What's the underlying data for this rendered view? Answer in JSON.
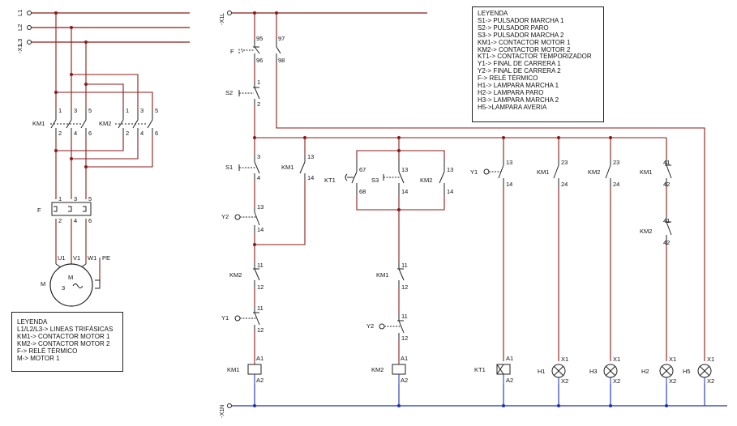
{
  "legend_main": {
    "title": "LEYENDA",
    "lines": [
      "S1-> PULSADOR MARCHA 1",
      "S2-> PULSADOR PARO",
      "S3-> PULSADOR MARCHA 2",
      "KM1-> CONTACTOR MOTOR 1",
      "KM2-> CONTACTOR MOTOR 2",
      "KT1-> CONTACTOR TEMPORIZADOR",
      "Y1-> FINAL DE CARRERA 1",
      "Y2-> FINAL DE CARRERA 2",
      "F-> RELÉ TÉRMICO",
      "H1-> LAMPARA MARCHA 1",
      "H2-> LAMPARA PARO",
      "H3-> LAMPARA MARCHA 2",
      "H5->LAMPARA AVERIA"
    ]
  },
  "legend_power": {
    "title": "LEYENDA",
    "lines": [
      "L1/L2/L3-> LINEAS TRIFÁSICAS",
      "KM1-> CONTACTOR MOTOR 1",
      "KM2-> CONTACTOR MOTOR 2",
      "F-> RELÉ TÉRMICO",
      "M-> MOTOR 1"
    ]
  },
  "power_circuit": {
    "lines": [
      "-X1",
      "L1",
      "L2",
      "L3"
    ],
    "km1": {
      "label": "KM1",
      "top": [
        "1",
        "3",
        "5"
      ],
      "bottom": [
        "2",
        "4",
        "6"
      ]
    },
    "km2": {
      "label": "KM2",
      "top": [
        "1",
        "3",
        "5"
      ],
      "bottom": [
        "2",
        "4",
        "6"
      ]
    },
    "relay": {
      "label": "F",
      "top": [
        "1",
        "3",
        "5"
      ],
      "bottom": [
        "2",
        "4",
        "6"
      ]
    },
    "motor": {
      "label": "M",
      "inner": "M",
      "phases": "3",
      "terminals": [
        "U1",
        "V1",
        "W1",
        "PE"
      ]
    }
  },
  "control_circuit": {
    "supply_top": "L",
    "supply_top_ref": "-X1",
    "supply_bottom": "N",
    "supply_bottom_ref": "-X1",
    "relay_f": {
      "label": "F",
      "nc": [
        "95",
        "96"
      ],
      "no": [
        "97",
        "98"
      ]
    },
    "s2": {
      "label": "S2",
      "t": [
        "1",
        "2"
      ]
    },
    "s1": {
      "label": "S1",
      "t": [
        "3",
        "4"
      ]
    },
    "km1_self": {
      "label": "KM1",
      "t": [
        "13",
        "14"
      ]
    },
    "y2_a": {
      "label": "Y2",
      "t": [
        "13",
        "14"
      ]
    },
    "km2_nc": {
      "label": "KM2",
      "t": [
        "11",
        "12"
      ]
    },
    "y1_a": {
      "label": "Y1",
      "t": [
        "11",
        "12"
      ]
    },
    "coil_km1": {
      "label": "KM1",
      "t": [
        "A1",
        "A2"
      ]
    },
    "kt1": {
      "label": "KT1",
      "t": [
        "67",
        "68"
      ]
    },
    "s3": {
      "label": "S3",
      "t": [
        "13",
        "14"
      ]
    },
    "km2_self": {
      "label": "KM2",
      "t": [
        "13",
        "14"
      ]
    },
    "km1_nc": {
      "label": "KM1",
      "t": [
        "11",
        "12"
      ]
    },
    "y2_b": {
      "label": "Y2",
      "t": [
        "11",
        "12"
      ]
    },
    "coil_km2": {
      "label": "KM2",
      "t": [
        "A1",
        "A2"
      ]
    },
    "y1_b": {
      "label": "Y1",
      "t": [
        "13",
        "14"
      ]
    },
    "coil_kt1": {
      "label": "KT1",
      "t": [
        "A1",
        "A2"
      ]
    },
    "km1_h1": {
      "label": "KM1",
      "t": [
        "23",
        "24"
      ]
    },
    "lamp_h1": {
      "label": "H1",
      "t": [
        "X1",
        "X2"
      ]
    },
    "km2_h3": {
      "label": "KM2",
      "t": [
        "23",
        "24"
      ]
    },
    "lamp_h3": {
      "label": "H3",
      "t": [
        "X1",
        "X2"
      ]
    },
    "km1_h2": {
      "label": "KM1",
      "t": [
        "41",
        "42"
      ]
    },
    "km2_h2": {
      "label": "KM2",
      "t": [
        "41",
        "42"
      ]
    },
    "lamp_h2": {
      "label": "H2",
      "t": [
        "X1",
        "X2"
      ]
    },
    "lamp_h5": {
      "label": "H5",
      "t": [
        "X1",
        "X2"
      ]
    }
  },
  "colors": {
    "phase_line": "#8b1a1a",
    "neutral_line": "#1c2fb5",
    "dot": "#8b1a1a",
    "wire": "#222222"
  }
}
